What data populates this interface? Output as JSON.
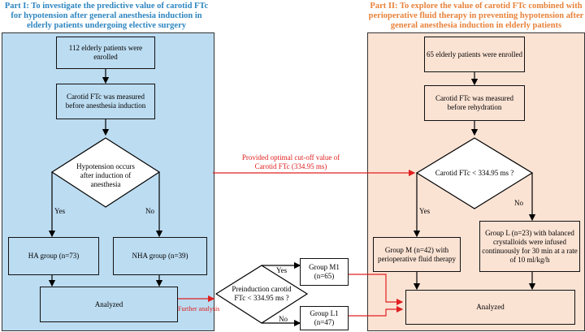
{
  "part1": {
    "title": "Part I: To investigate the predictive value of carotid FTc for hypotension after general anesthesia induction in elderly patients undergoing elective surgery",
    "enrolled": "112 elderly patients were enrolled",
    "measured": "Carotid FTc was measured before anesthesia induction",
    "decision": "Hypotension occurs after induction of anesthesia",
    "yes": "Yes",
    "no": "No",
    "ha_group": "HA group (n=73)",
    "nha_group": "NHA group (n=39)",
    "analyzed": "Analyzed"
  },
  "part2": {
    "title": "Part II: To explore the value of carotid FTc combined with perioperative fluid therapy in preventing hypotension after general anesthesia induction in elderly patients",
    "enrolled": "65 elderly patients were enrolled",
    "measured": "Carotid FTc was measured before rehydration",
    "decision": "Carotid FTc < 334.95 ms ?",
    "yes": "Yes",
    "no": "No",
    "group_m": "Group M (n=42) with perioperative fluid therapy",
    "group_l": "Group L (n=23) with balanced crystalloids were infused continuously for 30 min at a rate of 10 ml/kg/h",
    "analyzed": "Analyzed"
  },
  "middle": {
    "cutoff_label": "Provided optimal cut-off value of Carotid FTc (334.95 ms)",
    "further_analysis": "Further analysis",
    "decision": "Preinduction carotid FTc < 334.95 ms ?",
    "yes": "Yes",
    "no": "No",
    "group_m1": "Group M1 (n=65)",
    "group_l1": "Group L1 (n=47)"
  },
  "colors": {
    "left_panel": "#bcdcf1",
    "right_panel": "#fbe3d4",
    "left_title": "#2e86c1",
    "right_title": "#e8823a",
    "arrow_red": "#e02020"
  }
}
